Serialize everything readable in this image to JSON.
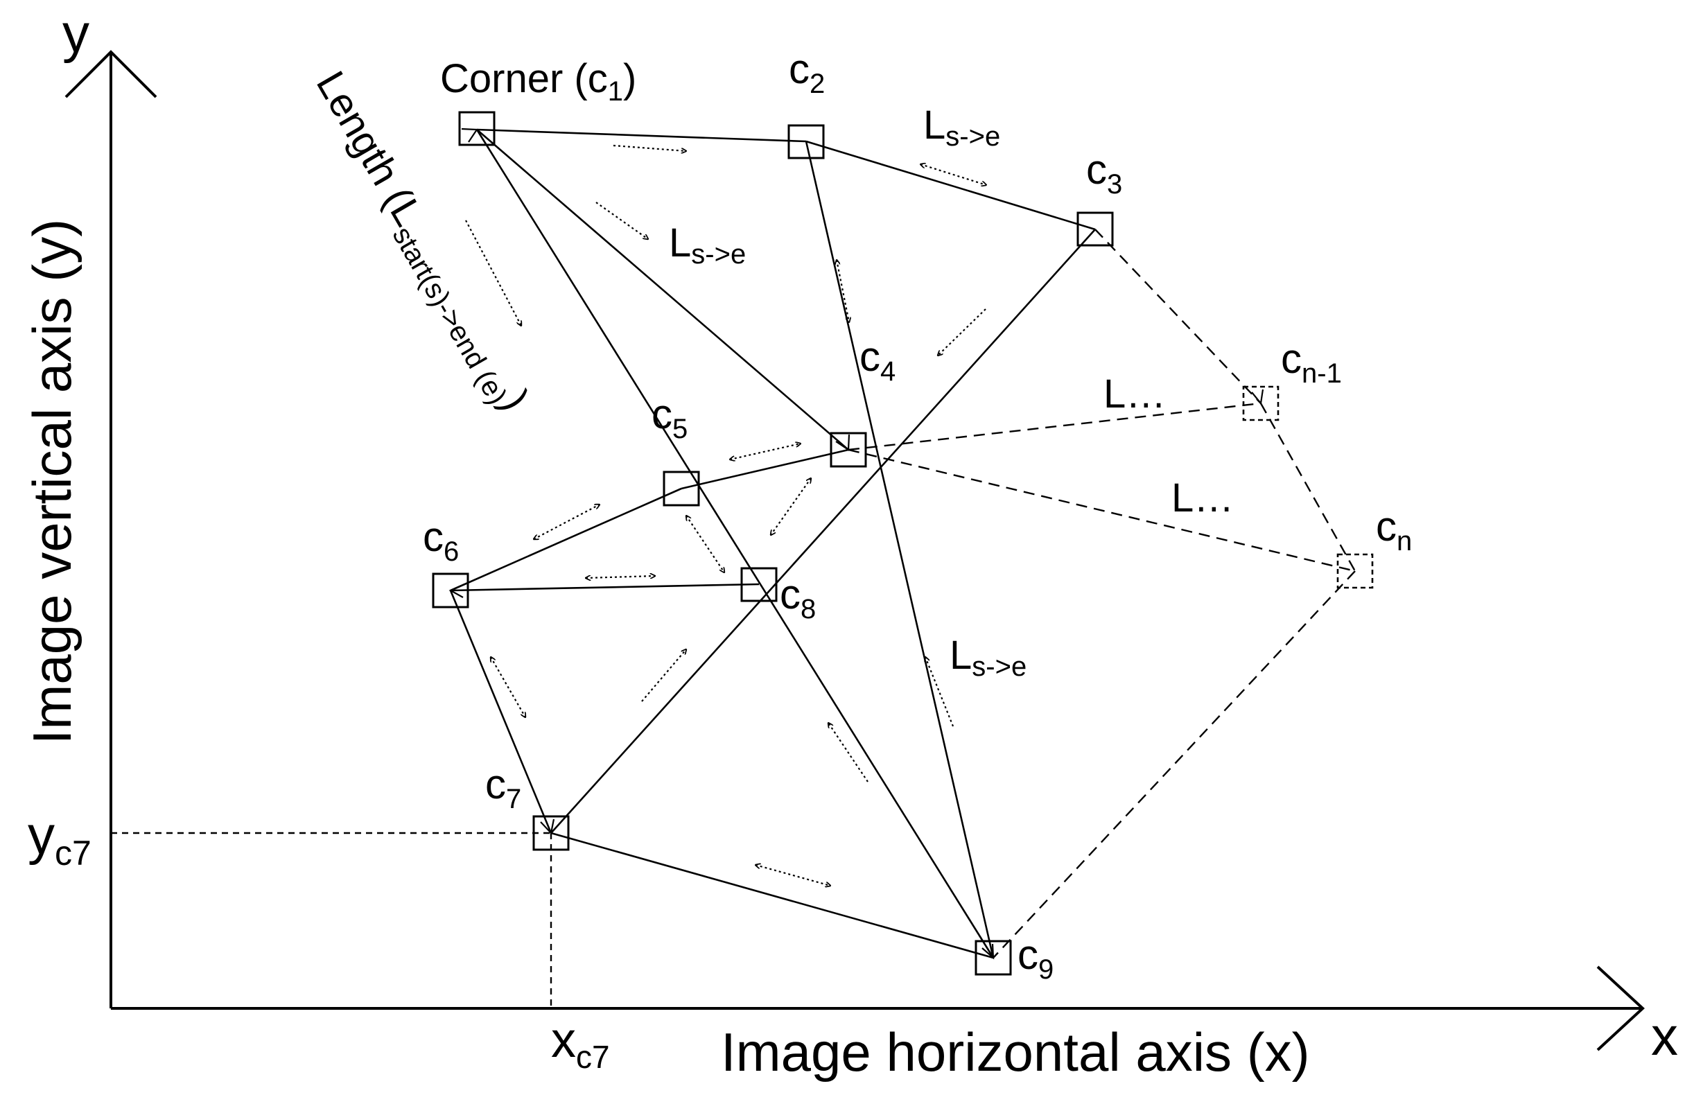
{
  "axes": {
    "y_letter": "y",
    "x_letter": "x",
    "y_title": "Image vertical axis (y)",
    "x_title": "Image horizontal axis (x)",
    "y_tick": {
      "base": "y",
      "sub": "c7"
    },
    "x_tick": {
      "base": "x",
      "sub": "c7"
    }
  },
  "corners": {
    "c1": {
      "base": "Corner (c",
      "sub": "1",
      "tail": ")"
    },
    "c2": {
      "base": "c",
      "sub": "2"
    },
    "c3": {
      "base": "c",
      "sub": "3"
    },
    "c4": {
      "base": "c",
      "sub": "4"
    },
    "c5": {
      "base": "c",
      "sub": "5"
    },
    "c6": {
      "base": "c",
      "sub": "6"
    },
    "c7": {
      "base": "c",
      "sub": "7"
    },
    "c8": {
      "base": "c",
      "sub": "8"
    },
    "c9": {
      "base": "c",
      "sub": "9"
    },
    "cn1": {
      "base": "c",
      "sub": "n-1"
    },
    "cn": {
      "base": "c",
      "sub": "n"
    }
  },
  "length_labels": {
    "rotated": {
      "base": "Length (L",
      "sub": "start(s)->end (e)",
      "tail": ")"
    },
    "top": {
      "base": "L",
      "sub": "s->e"
    },
    "middle": {
      "base": "L",
      "sub": "s->e"
    },
    "lower": {
      "base": "L",
      "sub": "s->e"
    },
    "dashed_upper": "L…",
    "dashed_lower": "L…"
  }
}
